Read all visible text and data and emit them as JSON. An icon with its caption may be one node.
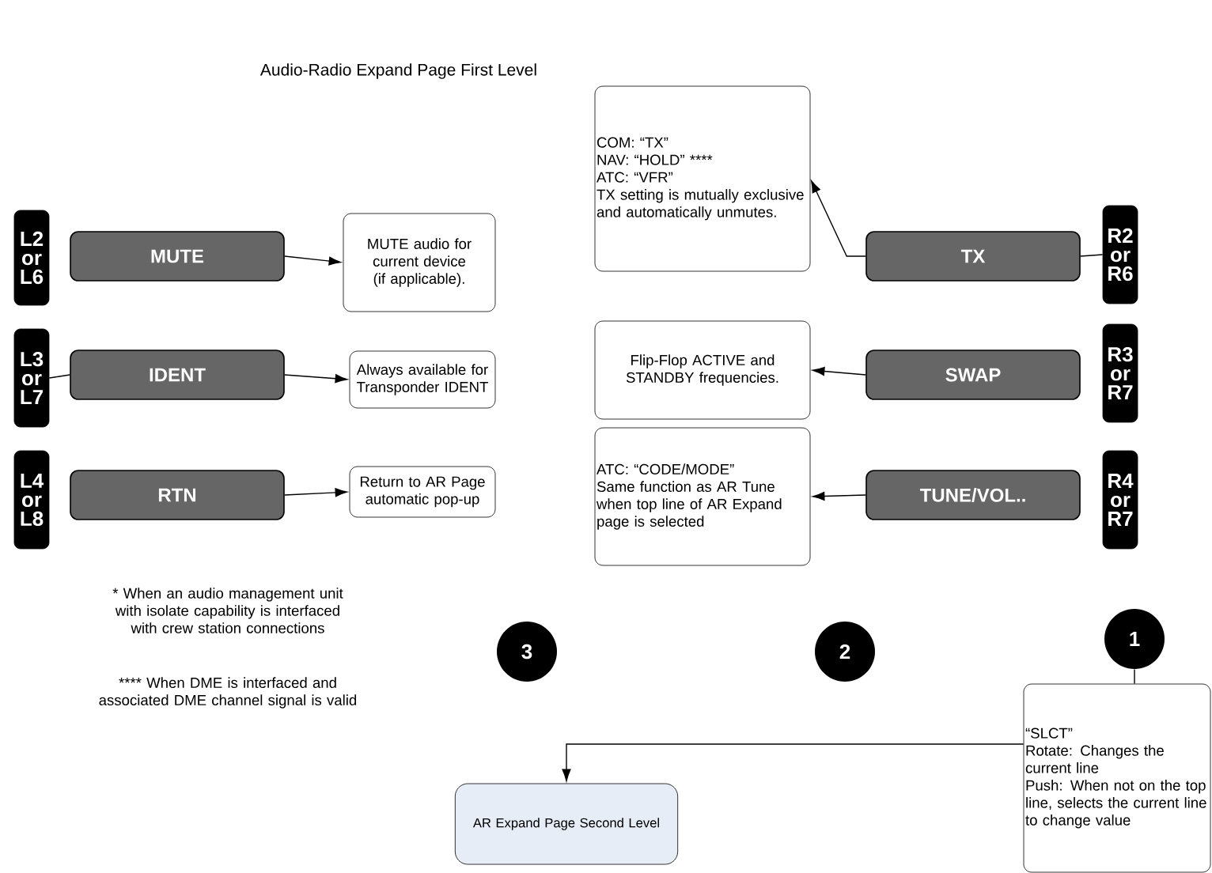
{
  "diagram": {
    "title": "Audio-Radio Expand Page First Level",
    "nodes": [
      {
        "text": [
          "COM:  “TX”",
          "NAV:  “HOLD” ****",
          "ATC:  “VFR”",
          "TX setting is mutually exclusive and automatically unmutes."
        ]
      },
      {
        "text": [
          "L2 or L6"
        ]
      },
      {
        "text": [
          "MUTE"
        ]
      },
      {
        "text": [
          "MUTE audio for current device (if applicable)."
        ]
      },
      {
        "text": [
          "TX"
        ]
      },
      {
        "text": [
          "R2 or R6"
        ]
      },
      {
        "text": [
          "L3 or L7"
        ]
      },
      {
        "text": [
          "IDENT"
        ]
      },
      {
        "text": [
          "Always available for Transponder IDENT"
        ]
      },
      {
        "text": [
          "Flip-Flop ACTIVE and STANDBY frequencies."
        ]
      },
      {
        "text": [
          "SWAP"
        ]
      },
      {
        "text": [
          "R3 or R7"
        ]
      },
      {
        "text": [
          "L4 or L8"
        ]
      },
      {
        "text": [
          "RTN"
        ]
      },
      {
        "text": [
          "Return to AR Page automatic pop-up"
        ]
      },
      {
        "text": [
          "ATC:  “CODE/MODE”",
          "Same function as AR Tune when top line of AR Expand page is selected"
        ]
      },
      {
        "text": [
          "TUNE/VOL.."
        ]
      },
      {
        "text": [
          "R4 or R7"
        ]
      },
      {
        "text": [
          "3"
        ]
      },
      {
        "text": [
          "2"
        ]
      },
      {
        "text": [
          "1"
        ]
      },
      {
        "text": [
          "“SLCT”",
          "Rotate: Changes the current line",
          "Push: When not on the top line, selects the current line to change value"
        ]
      },
      {
        "text": [
          "AR Expand Page Second Level"
        ]
      }
    ],
    "edges": [
      {
        "from": 2,
        "to": 3,
        "arrow": "to"
      },
      {
        "from": 4,
        "to": 0,
        "arrow": "to"
      },
      {
        "from": 5,
        "to": 4,
        "arrow": "none"
      },
      {
        "from": 6,
        "to": 7,
        "arrow": "none"
      },
      {
        "from": 7,
        "to": 8,
        "arrow": "to"
      },
      {
        "from": 10,
        "to": 9,
        "arrow": "to"
      },
      {
        "from": 13,
        "to": 14,
        "arrow": "to"
      },
      {
        "from": 16,
        "to": 15,
        "arrow": "to"
      },
      {
        "from": 20,
        "to": 21,
        "arrow": "none"
      },
      {
        "from": 21,
        "to": 22,
        "arrow": "to"
      }
    ],
    "labels": [
      "* When an audio management unit with isolate capability is interfaced with crew station connections",
      "**** When DME is interfaced and associated DME channel signal is valid"
    ]
  }
}
